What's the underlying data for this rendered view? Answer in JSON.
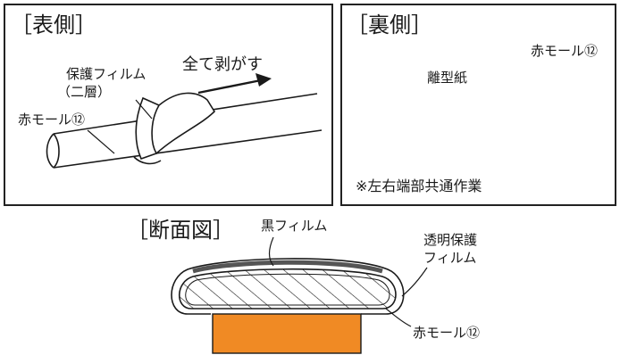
{
  "front": {
    "title": "［表側］",
    "film_label": "保護フィルム",
    "film_sub": "（二層）",
    "peel_label": "全て剥がす",
    "mould_label": "赤モール⑫"
  },
  "back": {
    "title": "［裏側］",
    "mould_label": "赤モール⑫",
    "release_paper": "離型紙",
    "note": "※左右端部共通作業"
  },
  "section": {
    "title": "［断面図］",
    "black_film": "黒フィルム",
    "protect_film_1": "透明保護",
    "protect_film_2": "フィルム",
    "mould_label": "赤モール⑫"
  },
  "colors": {
    "orange": "#f08a24",
    "line": "#1a1a1a"
  }
}
